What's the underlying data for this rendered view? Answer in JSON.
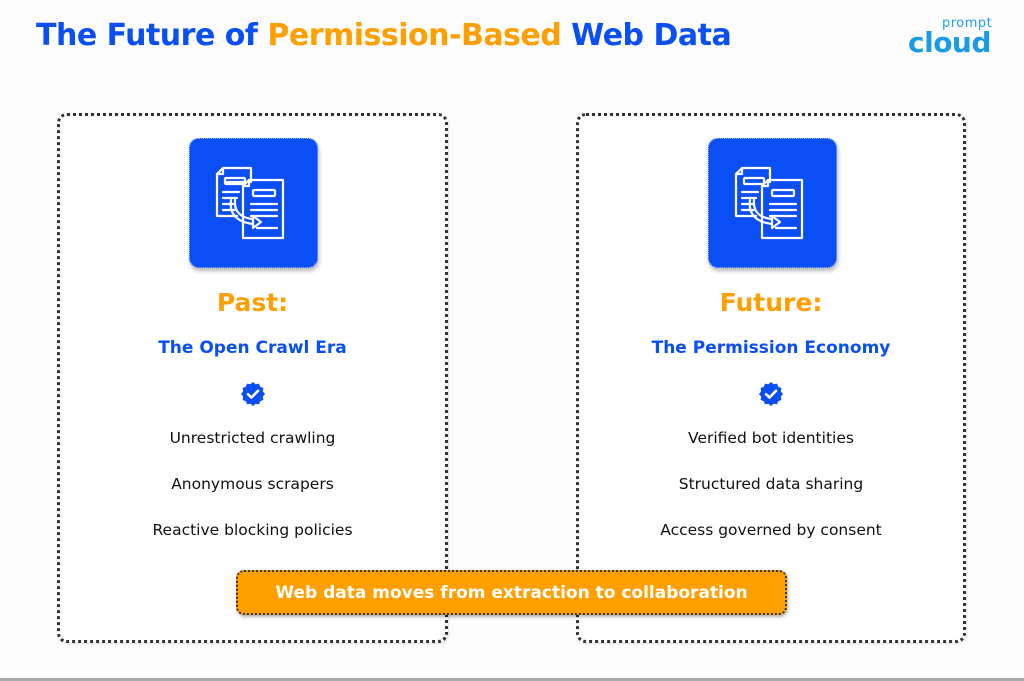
{
  "header": {
    "title_part1": "The Future of ",
    "title_part2": "Permission-Based",
    "title_part3": " Web Data",
    "logo_top": "prompt",
    "logo_bottom": "cloud"
  },
  "colors": {
    "primary_blue": "#0a4ff5",
    "accent_orange": "#ffa000",
    "logo_blue": "#1a9be6",
    "text_dark": "#111111"
  },
  "cards": [
    {
      "icon": "document-transfer-icon",
      "heading": "Past:",
      "subheading": "The Open Crawl Era",
      "badge_icon": "verified-check-icon",
      "items": [
        "Unrestricted crawling",
        "Anonymous scrapers",
        "Reactive blocking policies"
      ]
    },
    {
      "icon": "document-transfer-icon",
      "heading": "Future:",
      "subheading": "The Permission Economy",
      "badge_icon": "verified-check-icon",
      "items": [
        "Verified bot identities",
        "Structured data sharing",
        "Access governed by consent"
      ]
    }
  ],
  "banner": {
    "text": "Web data moves from extraction to collaboration"
  }
}
